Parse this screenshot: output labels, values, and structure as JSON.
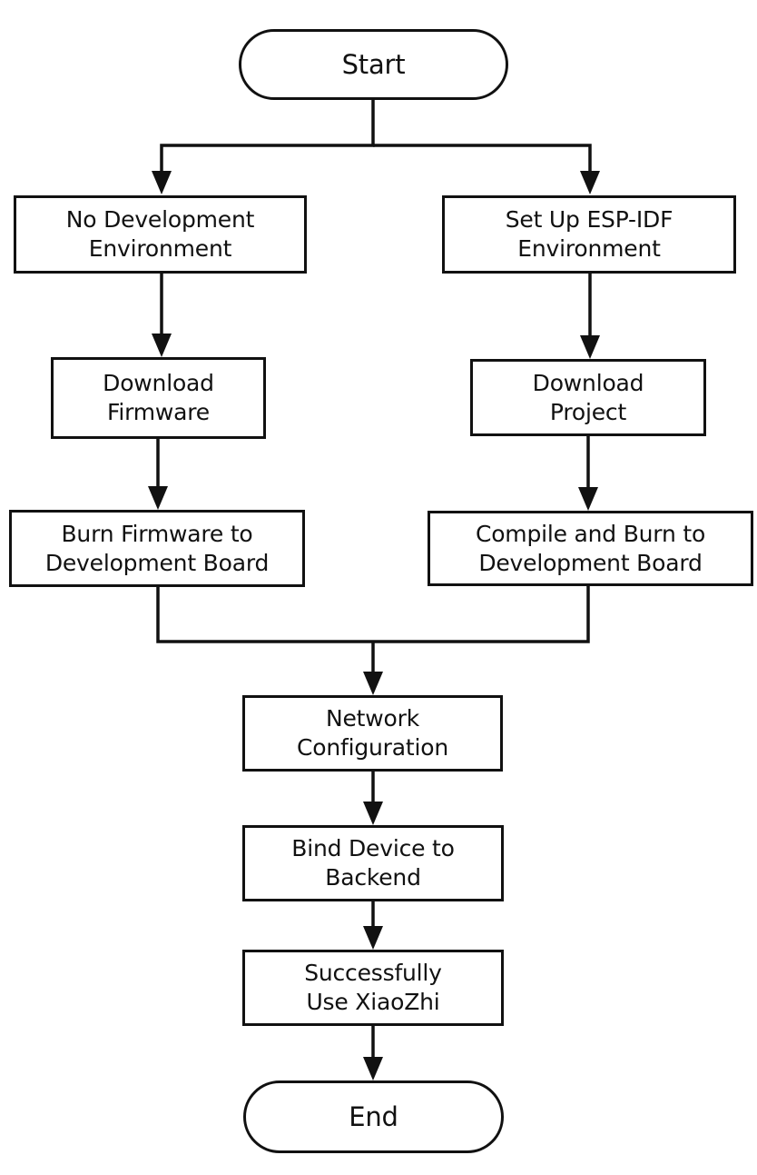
{
  "nodes": {
    "start": {
      "lines": [
        "Start"
      ]
    },
    "no_dev_env": {
      "lines": [
        "No Development",
        "Environment"
      ]
    },
    "setup_esp_idf": {
      "lines": [
        "Set Up ESP-IDF",
        "Environment"
      ]
    },
    "download_firmware": {
      "lines": [
        "Download",
        "Firmware"
      ]
    },
    "download_project": {
      "lines": [
        "Download",
        "Project"
      ]
    },
    "burn_firmware": {
      "lines": [
        "Burn Firmware to",
        "Development Board"
      ]
    },
    "compile_burn": {
      "lines": [
        "Compile and Burn to",
        "Development Board"
      ]
    },
    "network_config": {
      "lines": [
        "Network",
        "Configuration"
      ]
    },
    "bind_device": {
      "lines": [
        "Bind Device to",
        "Backend"
      ]
    },
    "use_xiaozhi": {
      "lines": [
        "Successfully",
        "Use XiaoZhi"
      ]
    },
    "end": {
      "lines": [
        "End"
      ]
    }
  },
  "edges": [
    {
      "from": "start",
      "to": "no_dev_env"
    },
    {
      "from": "start",
      "to": "setup_esp_idf"
    },
    {
      "from": "no_dev_env",
      "to": "download_firmware"
    },
    {
      "from": "setup_esp_idf",
      "to": "download_project"
    },
    {
      "from": "download_firmware",
      "to": "burn_firmware"
    },
    {
      "from": "download_project",
      "to": "compile_burn"
    },
    {
      "from": "burn_firmware",
      "to": "network_config"
    },
    {
      "from": "compile_burn",
      "to": "network_config"
    },
    {
      "from": "network_config",
      "to": "bind_device"
    },
    {
      "from": "bind_device",
      "to": "use_xiaozhi"
    },
    {
      "from": "use_xiaozhi",
      "to": "end"
    }
  ],
  "colors": {
    "stroke": "#111111",
    "fill": "#ffffff",
    "text": "#111111"
  }
}
